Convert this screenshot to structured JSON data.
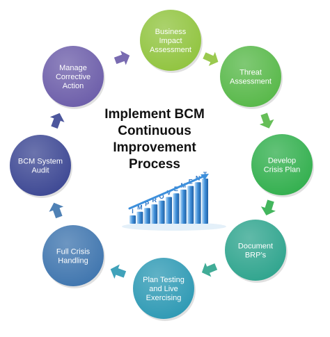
{
  "center": {
    "title_lines": [
      "Implement BCM",
      "Continuous",
      "Improvement",
      "Process"
    ]
  },
  "cycle": [
    {
      "label_lines": [
        "Business",
        "Impact",
        "Assessment"
      ],
      "color": "#8fc33c"
    },
    {
      "label_lines": [
        "Threat",
        "Assessment"
      ],
      "color": "#55b746"
    },
    {
      "label_lines": [
        "Develop",
        "Crisis Plan"
      ],
      "color": "#2fae4b"
    },
    {
      "label_lines": [
        "Document",
        "BRP’s"
      ],
      "color": "#2ca38c"
    },
    {
      "label_lines": [
        "Plan Testing",
        "and Live",
        "Exercising"
      ],
      "color": "#2b98b3"
    },
    {
      "label_lines": [
        "Full Crisis",
        "Handling"
      ],
      "color": "#3c73ad"
    },
    {
      "label_lines": [
        "BCM System",
        "Audit"
      ],
      "color": "#3a4592"
    },
    {
      "label_lines": [
        "Manage",
        "Corrective",
        "Action"
      ],
      "color": "#6a5ba8"
    }
  ],
  "improvement_graphic": {
    "letters": [
      "I",
      "M",
      "P",
      "R",
      "O",
      "V",
      "E",
      "M",
      "E",
      "N",
      "T"
    ],
    "bar_color": "#3f8fd9",
    "arrow_color": "#3c8fdc"
  }
}
